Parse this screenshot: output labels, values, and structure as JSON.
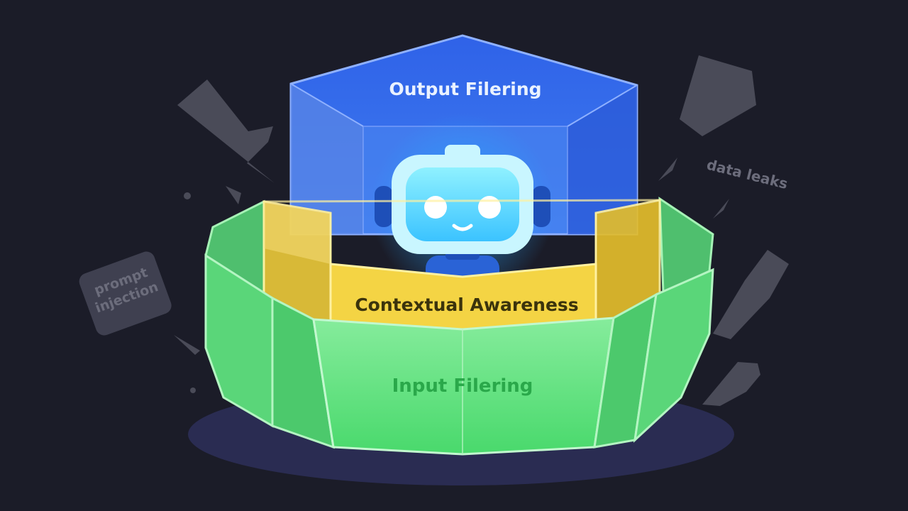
{
  "layers": {
    "output": {
      "label": "Output Filering",
      "color": "#2f66ea"
    },
    "context": {
      "label": "Contextual Awareness",
      "color": "#f2cf3b"
    },
    "input": {
      "label": "Input Filering",
      "color": "#5fe07c"
    }
  },
  "threats": {
    "prompt_injection": {
      "line1": "prompt",
      "line2": "injection"
    },
    "data_leaks": {
      "label": "data leaks"
    }
  },
  "colors": {
    "background": "#1b1c28",
    "debris": "#4a4b58",
    "robot_glow": "#39c8ff"
  }
}
